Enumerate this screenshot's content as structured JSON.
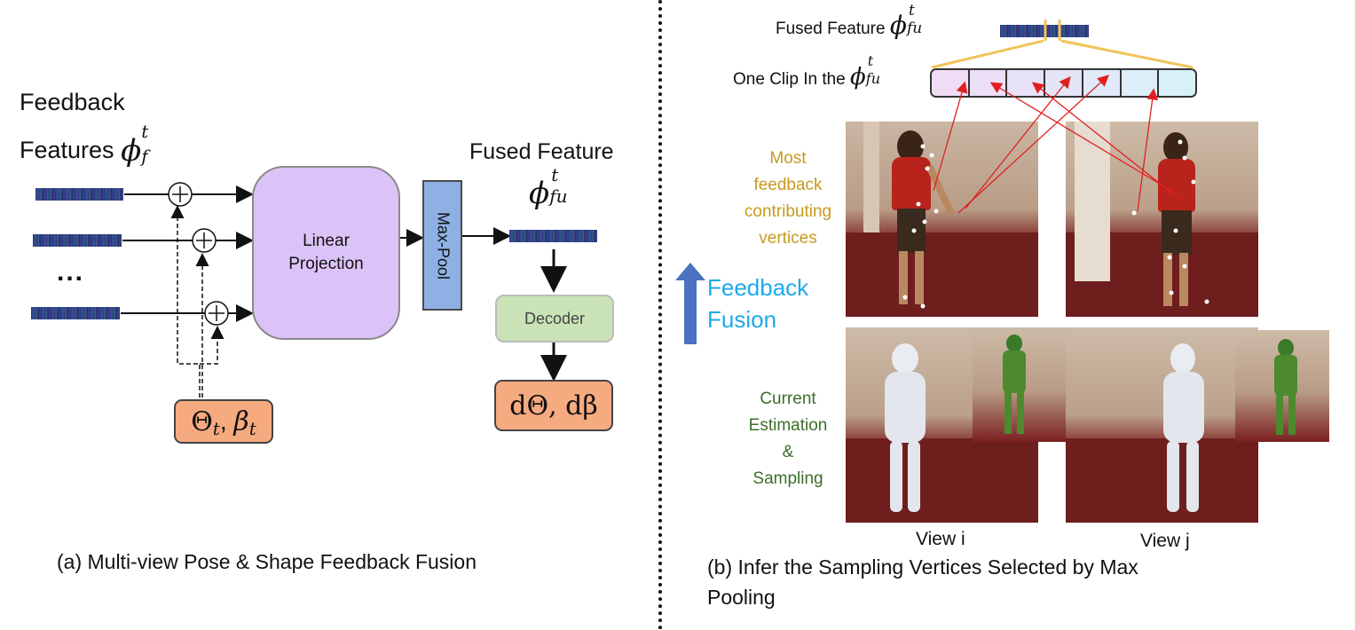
{
  "panel_a": {
    "feedback_label_line1": "Feedback",
    "feedback_label_line2": "Features",
    "feedback_symbol": "ϕ",
    "feedback_sub": "f",
    "feedback_sup": "t",
    "ellipsis": "...",
    "linear_projection": "Linear Projection",
    "max_pool": "Max-Pool",
    "fused_feature_label": "Fused Feature",
    "fused_symbol": "ϕ",
    "fused_sub": "fu",
    "fused_sup": "t",
    "decoder": "Decoder",
    "input_params": "Θ",
    "input_params_sub": "t",
    "input_params_beta": "β",
    "output_params": "dΘ, dβ",
    "caption": "(a) Multi-view Pose & Shape Feedback Fusion"
  },
  "panel_b": {
    "fused_feature_label": "Fused Feature",
    "fused_symbol": "ϕ",
    "fused_sub": "fu",
    "fused_sup": "t",
    "clip_label": "One Clip In the",
    "clip_symbol": "ϕ",
    "clip_sub": "fu",
    "clip_sup": "t",
    "most_line1": "Most",
    "most_line2": "feedback",
    "most_line3": "contributing",
    "most_line4": "vertices",
    "fusion_line1": "Feedback",
    "fusion_line2": "Fusion",
    "current_line1": "Current",
    "current_line2": "Estimation",
    "current_line3": "&",
    "current_line4": "Sampling",
    "view_i": "View i",
    "view_j": "View j",
    "caption_line1": "(b) Infer the Sampling Vertices Selected by Max",
    "caption_line2": "Pooling",
    "clip_cells": 7
  },
  "colors": {
    "linear_projection": "#dcc3f7",
    "max_pool": "#8fb0e4",
    "decoder": "#c9e3b7",
    "params": "#f5aa80",
    "fusion_text": "#1ea9e8",
    "fusion_arrow": "#4a72c0",
    "gold": "#c79a1e",
    "green": "#3c6e2a",
    "red_arrow": "#e02020"
  }
}
